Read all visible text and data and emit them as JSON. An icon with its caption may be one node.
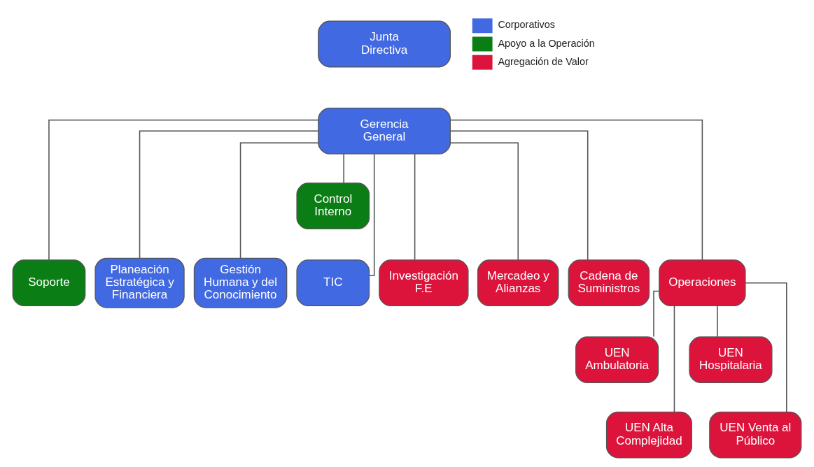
{
  "diagram": {
    "nodes": [
      {
        "text": [
          "Junta Directiva"
        ]
      },
      {
        "text": [
          "Gerencia General"
        ]
      },
      {
        "text": [
          "Control Interno"
        ]
      },
      {
        "text": [
          "Soporte"
        ]
      },
      {
        "text": [
          "Planeación Estratégica y Financiera"
        ]
      },
      {
        "text": [
          "Gestión Humana y del Conocimiento"
        ]
      },
      {
        "text": [
          "TIC"
        ]
      },
      {
        "text": [
          "Investigación F.E"
        ]
      },
      {
        "text": [
          "Mercadeo y Alianzas"
        ]
      },
      {
        "text": [
          "Cadena de Suministros"
        ]
      },
      {
        "text": [
          "Operaciones"
        ]
      },
      {
        "text": [
          "UEN Ambulatoria"
        ]
      },
      {
        "text": [
          "UEN Hospitalaria"
        ]
      },
      {
        "text": [
          "UEN Alta Complejidad"
        ]
      },
      {
        "text": [
          "UEN Venta al Público"
        ]
      }
    ],
    "edges": [
      {
        "from": 1,
        "to": 2,
        "arrow": "none"
      },
      {
        "from": 1,
        "to": 3,
        "arrow": "none"
      },
      {
        "from": 1,
        "to": 4,
        "arrow": "none"
      },
      {
        "from": 1,
        "to": 5,
        "arrow": "none"
      },
      {
        "from": 1,
        "to": 6,
        "arrow": "none"
      },
      {
        "from": 1,
        "to": 7,
        "arrow": "none"
      },
      {
        "from": 1,
        "to": 8,
        "arrow": "none"
      },
      {
        "from": 1,
        "to": 9,
        "arrow": "none"
      },
      {
        "from": 1,
        "to": 10,
        "arrow": "none"
      },
      {
        "from": 10,
        "to": 11,
        "arrow": "none"
      },
      {
        "from": 10,
        "to": 12,
        "arrow": "none"
      },
      {
        "from": 10,
        "to": 13,
        "arrow": "none"
      },
      {
        "from": 10,
        "to": 14,
        "arrow": "none"
      }
    ],
    "legend": [
      {
        "text": "Corporativos",
        "color": "#4169e1"
      },
      {
        "text": "Apoyo a la Operación",
        "color": "#0a7d14"
      },
      {
        "text": "Agregación de Valor",
        "color": "#dc143c"
      }
    ]
  }
}
